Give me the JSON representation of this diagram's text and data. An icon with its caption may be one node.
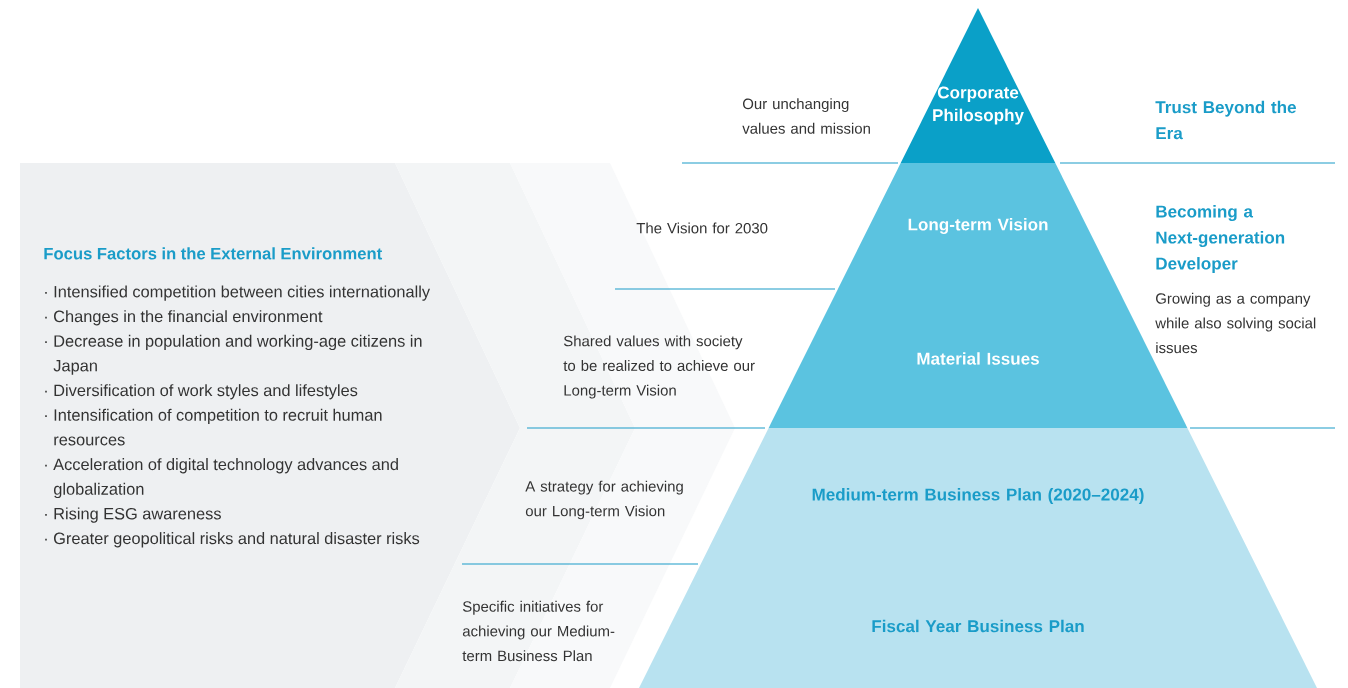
{
  "diagram": {
    "nodes": [
      {
        "text": [
          "Corporate Philosophy"
        ]
      },
      {
        "text": [
          "Long-term Vision"
        ]
      },
      {
        "text": [
          "Material Issues"
        ]
      },
      {
        "text": [
          "Medium-term Business Plan (2020–2024)"
        ]
      },
      {
        "text": [
          "Fiscal Year Business Plan"
        ]
      },
      {
        "text": [
          "Focus Factors in the External Environment",
          "· Intensified competition between cities internationally",
          "· Changes in the financial environment",
          "· Decrease in population and working-age citizens in Japan",
          "· Diversification of work styles and lifestyles",
          "· Intensification of competition to recruit human resources",
          "· Acceleration of digital technology advances and globalization",
          "· Rising ESG awareness",
          "· Greater geopolitical risks and natural disaster risks"
        ]
      }
    ],
    "labels": [
      "Our unchanging values and mission",
      "Trust Beyond the Era",
      "The Vision for 2030",
      "Becoming a Next-generation Developer",
      "Growing as a company while also solving social issues",
      "Shared values with society to be realized to achieve our Long-term Vision",
      "A strategy for achieving our Long-term Vision",
      "Specific initiatives for achieving our Medium-term Business Plan"
    ]
  }
}
